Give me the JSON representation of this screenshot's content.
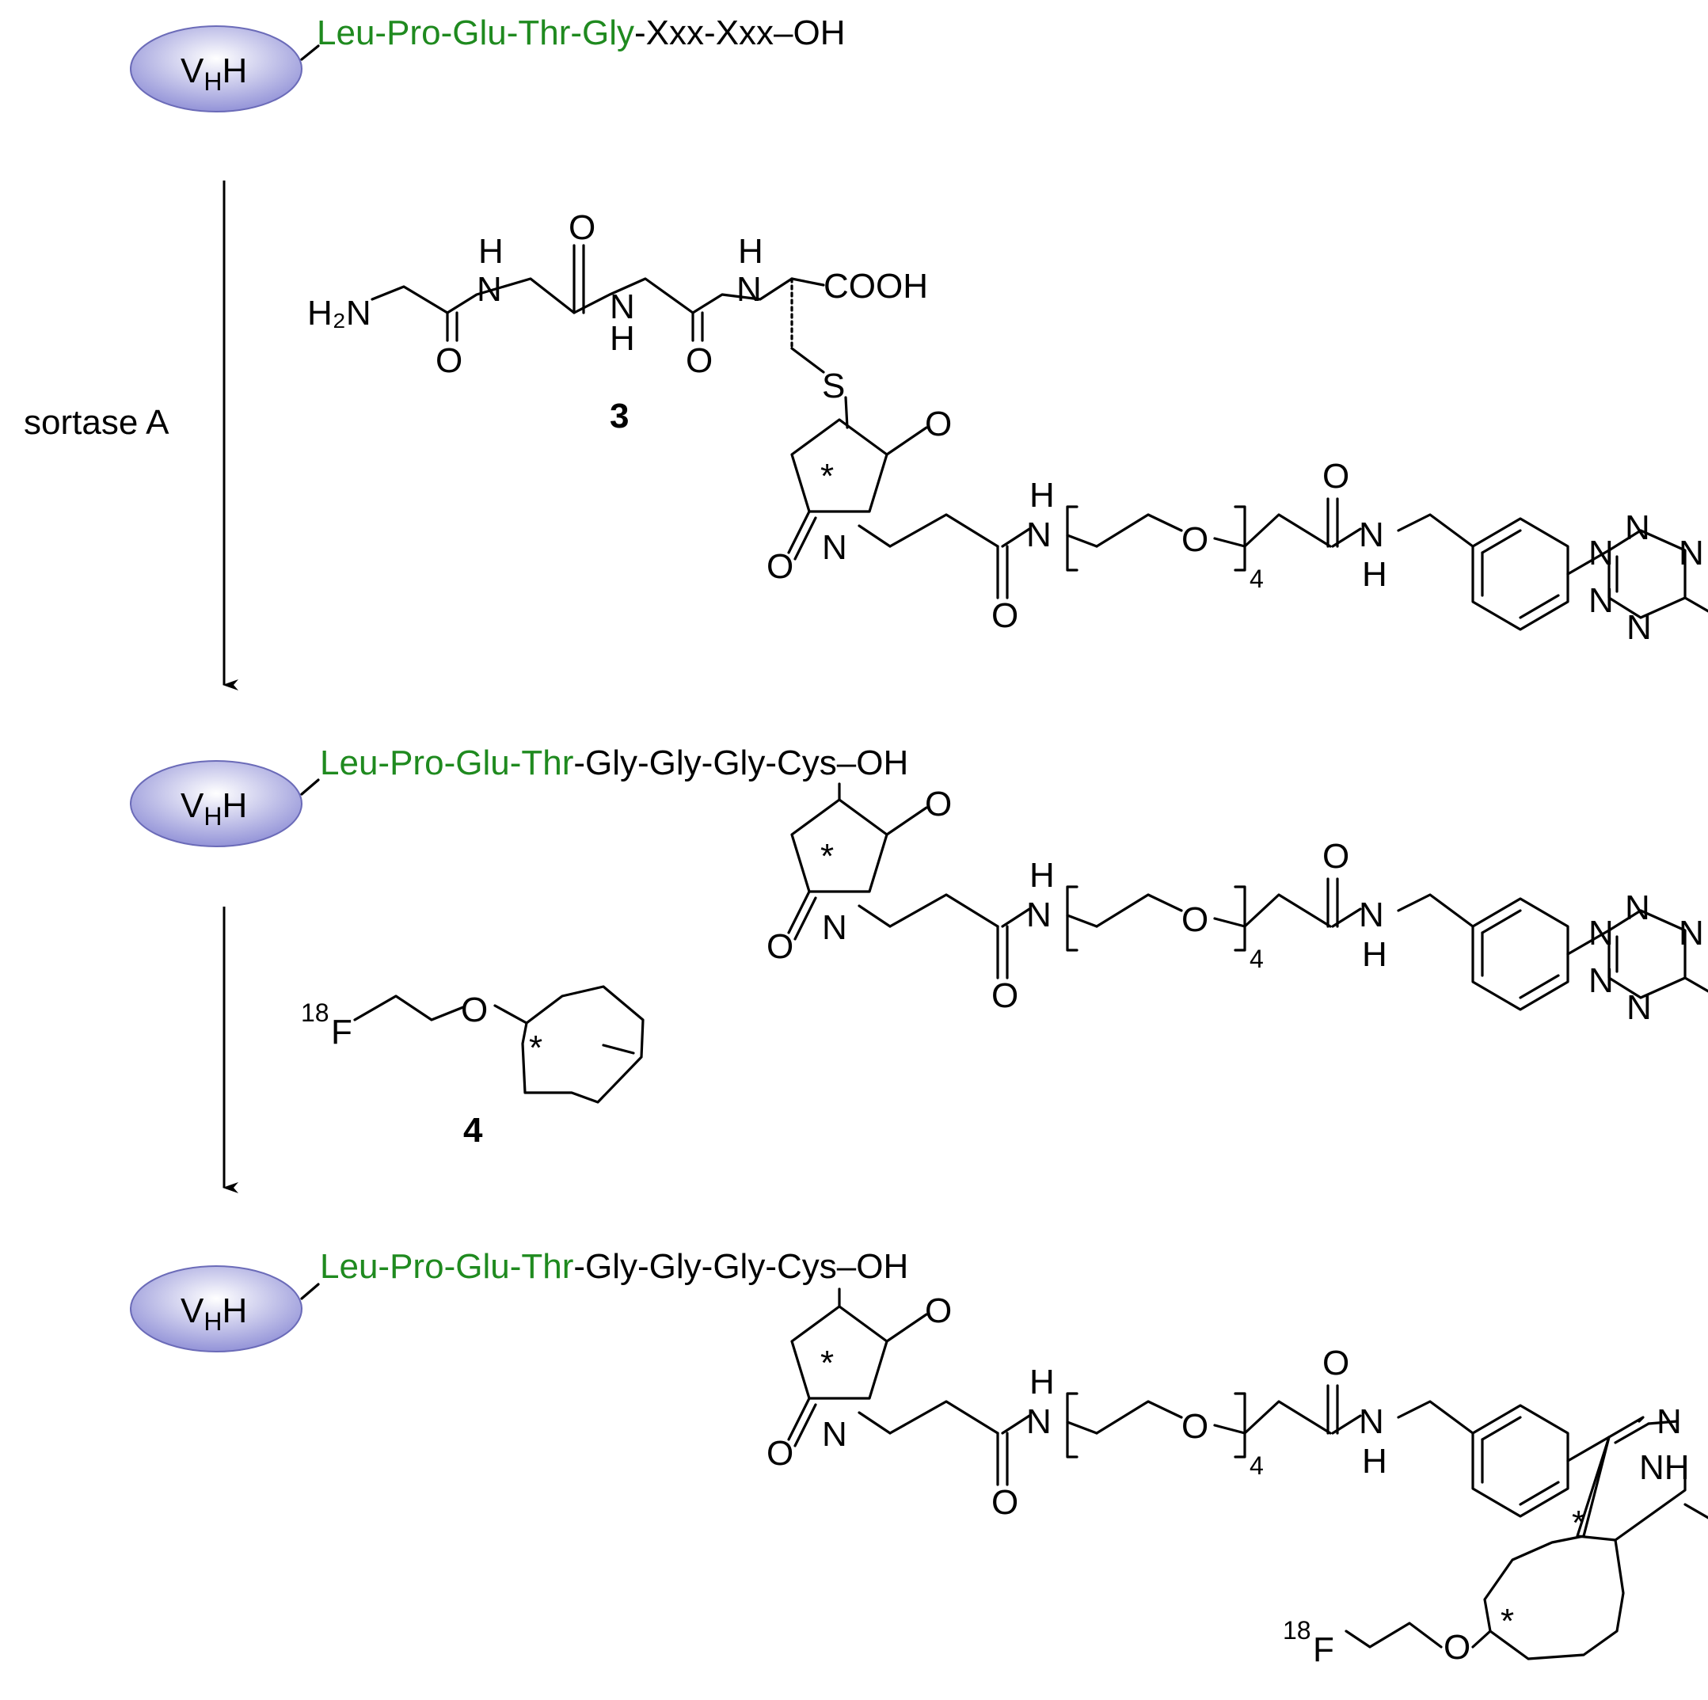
{
  "scheme": {
    "protein_label": {
      "main": "V",
      "sub": "H",
      "tail": "H"
    },
    "ellipse_color": "#8e8ed6",
    "green_color": "#1f8a1f",
    "row1": {
      "green_residues": [
        "Leu",
        "Pro",
        "Glu",
        "Thr",
        "Gly"
      ],
      "black_residues": [
        "Xxx",
        "Xxx"
      ],
      "terminus": "OH"
    },
    "row2": {
      "green_residues": [
        "Leu",
        "Pro",
        "Glu",
        "Thr"
      ],
      "black_residues": [
        "Gly",
        "Gly",
        "Gly",
        "Cys"
      ],
      "terminus": "OH"
    },
    "row3": {
      "green_residues": [
        "Leu",
        "Pro",
        "Glu",
        "Thr"
      ],
      "black_residues": [
        "Gly",
        "Gly",
        "Gly",
        "Cys"
      ],
      "terminus": "OH"
    },
    "reagent_label": "sortase A",
    "compound3": {
      "number": "3",
      "amine": "H₂N",
      "acid": "COOH",
      "sulfur": "S"
    },
    "compound4": {
      "number": "4",
      "isotope": "18",
      "fluorine": "F",
      "oxygen": "O"
    },
    "atoms": {
      "N": "N",
      "H": "H",
      "O": "O",
      "NH": "NH",
      "star": "*",
      "repeat": "4"
    }
  }
}
